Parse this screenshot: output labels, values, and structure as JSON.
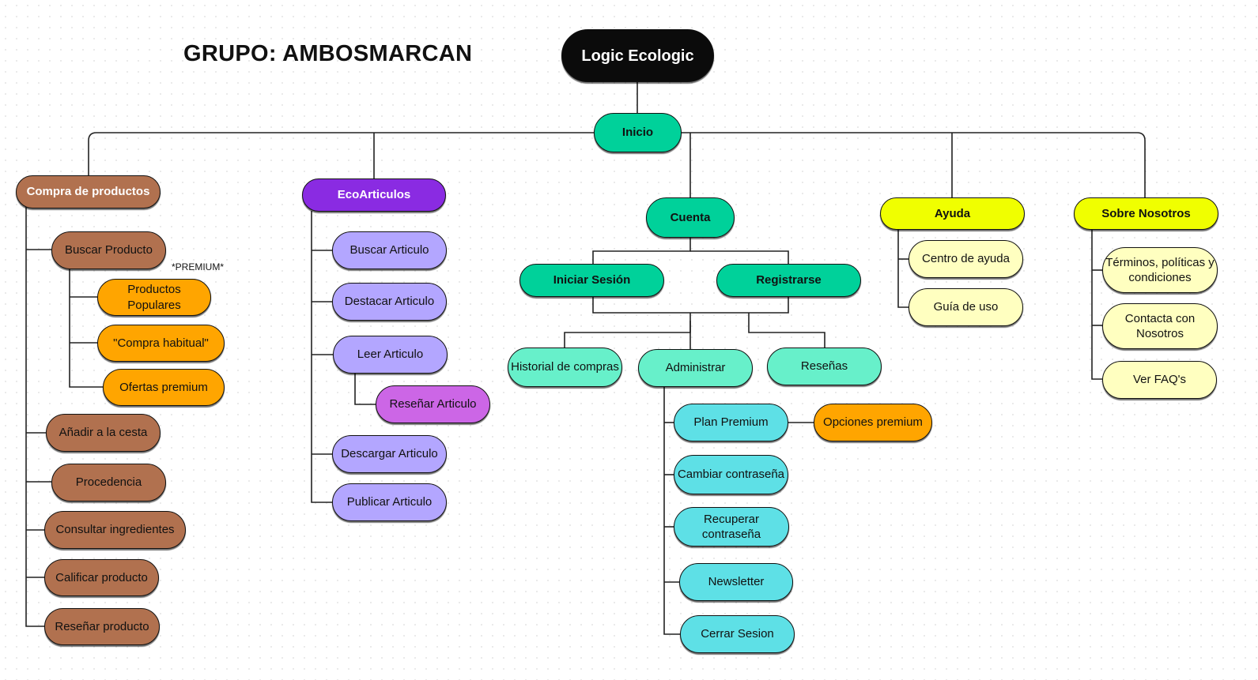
{
  "title": "GRUPO: AMBOSMARCAN",
  "premium_note": "*PREMIUM*",
  "colors": {
    "root": "#0b0b0b",
    "inicio": "#00d19a",
    "cuenta_green": "#00d19a",
    "account_sub": "#67f0ca",
    "admin_items": "#5ee0e6",
    "compra": "#b1714f",
    "orange": "#ffa500",
    "ecoarticulos": "#8a2be2",
    "articulos": "#b3a6ff",
    "resenar_articulo": "#cc66e6",
    "ayuda": "#f0ff00",
    "pale_yellow": "#ffffc0"
  },
  "nodes": {
    "root": "Logic Ecologic",
    "inicio": "Inicio",
    "compra": "Compra de productos",
    "buscar_producto": "Buscar Producto",
    "productos_populares": "Productos Populares",
    "compra_habitual": "\"Compra habitual\"",
    "ofertas_premium": "Ofertas premium",
    "anadir_cesta": "Añadir a la cesta",
    "procedencia": "Procedencia",
    "consultar_ingredientes": "Consultar ingredientes",
    "calificar_producto": "Calificar producto",
    "resenar_producto": "Reseñar producto",
    "ecoarticulos": "EcoArticulos",
    "buscar_articulo": "Buscar Articulo",
    "destacar_articulo": "Destacar Articulo",
    "leer_articulo": "Leer Articulo",
    "resenar_articulo": "Reseñar Articulo",
    "descargar_articulo": "Descargar Articulo",
    "publicar_articulo": "Publicar Articulo",
    "cuenta": "Cuenta",
    "iniciar_sesion": "Iniciar Sesión",
    "registrarse": "Registrarse",
    "historial_compras": "Historial de compras",
    "administrar": "Administrar",
    "resenas": "Reseñas",
    "plan_premium": "Plan Premium",
    "opciones_premium": "Opciones premium",
    "cambiar_contrasena": "Cambiar contraseña",
    "recuperar_contrasena": "Recuperar contraseña",
    "newsletter": "Newsletter",
    "cerrar_sesion": "Cerrar Sesion",
    "ayuda": "Ayuda",
    "centro_ayuda": "Centro de ayuda",
    "guia_uso": "Guía de uso",
    "sobre_nosotros": "Sobre Nosotros",
    "terminos": "Términos, políticas y condiciones",
    "contacta": "Contacta con Nosotros",
    "faqs": "Ver FAQ's"
  }
}
